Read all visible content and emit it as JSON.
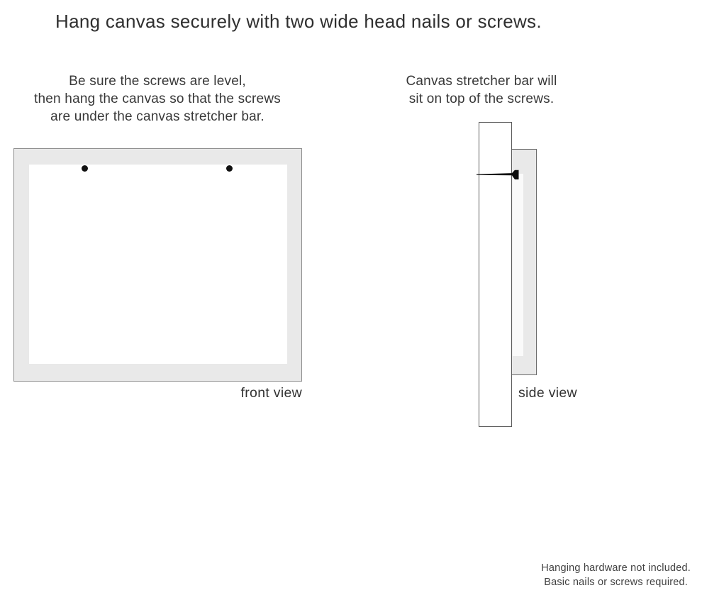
{
  "page": {
    "title": "Hang canvas securely with two wide head nails or screws."
  },
  "front_section": {
    "instruction_lines": [
      "Be sure the screws are level,",
      "then hang the canvas so that the screws",
      "are under the canvas stretcher bar."
    ],
    "caption": "front view",
    "screw_count": 2
  },
  "side_section": {
    "instruction_lines": [
      "Canvas stretcher bar will",
      "sit on top of the screws."
    ],
    "caption": "side view"
  },
  "footer": {
    "note_lines": [
      "Hanging hardware not included.",
      "Basic nails or screws required."
    ]
  },
  "colors": {
    "background": "#ffffff",
    "canvas_gray": "#e9e9e9",
    "front_border": "#8c8c8c",
    "side_border": "#5c5c5c",
    "screw_black": "#111111",
    "text_dark": "#2f2f2f",
    "text_body": "#383838",
    "text_footnote": "#414141"
  }
}
